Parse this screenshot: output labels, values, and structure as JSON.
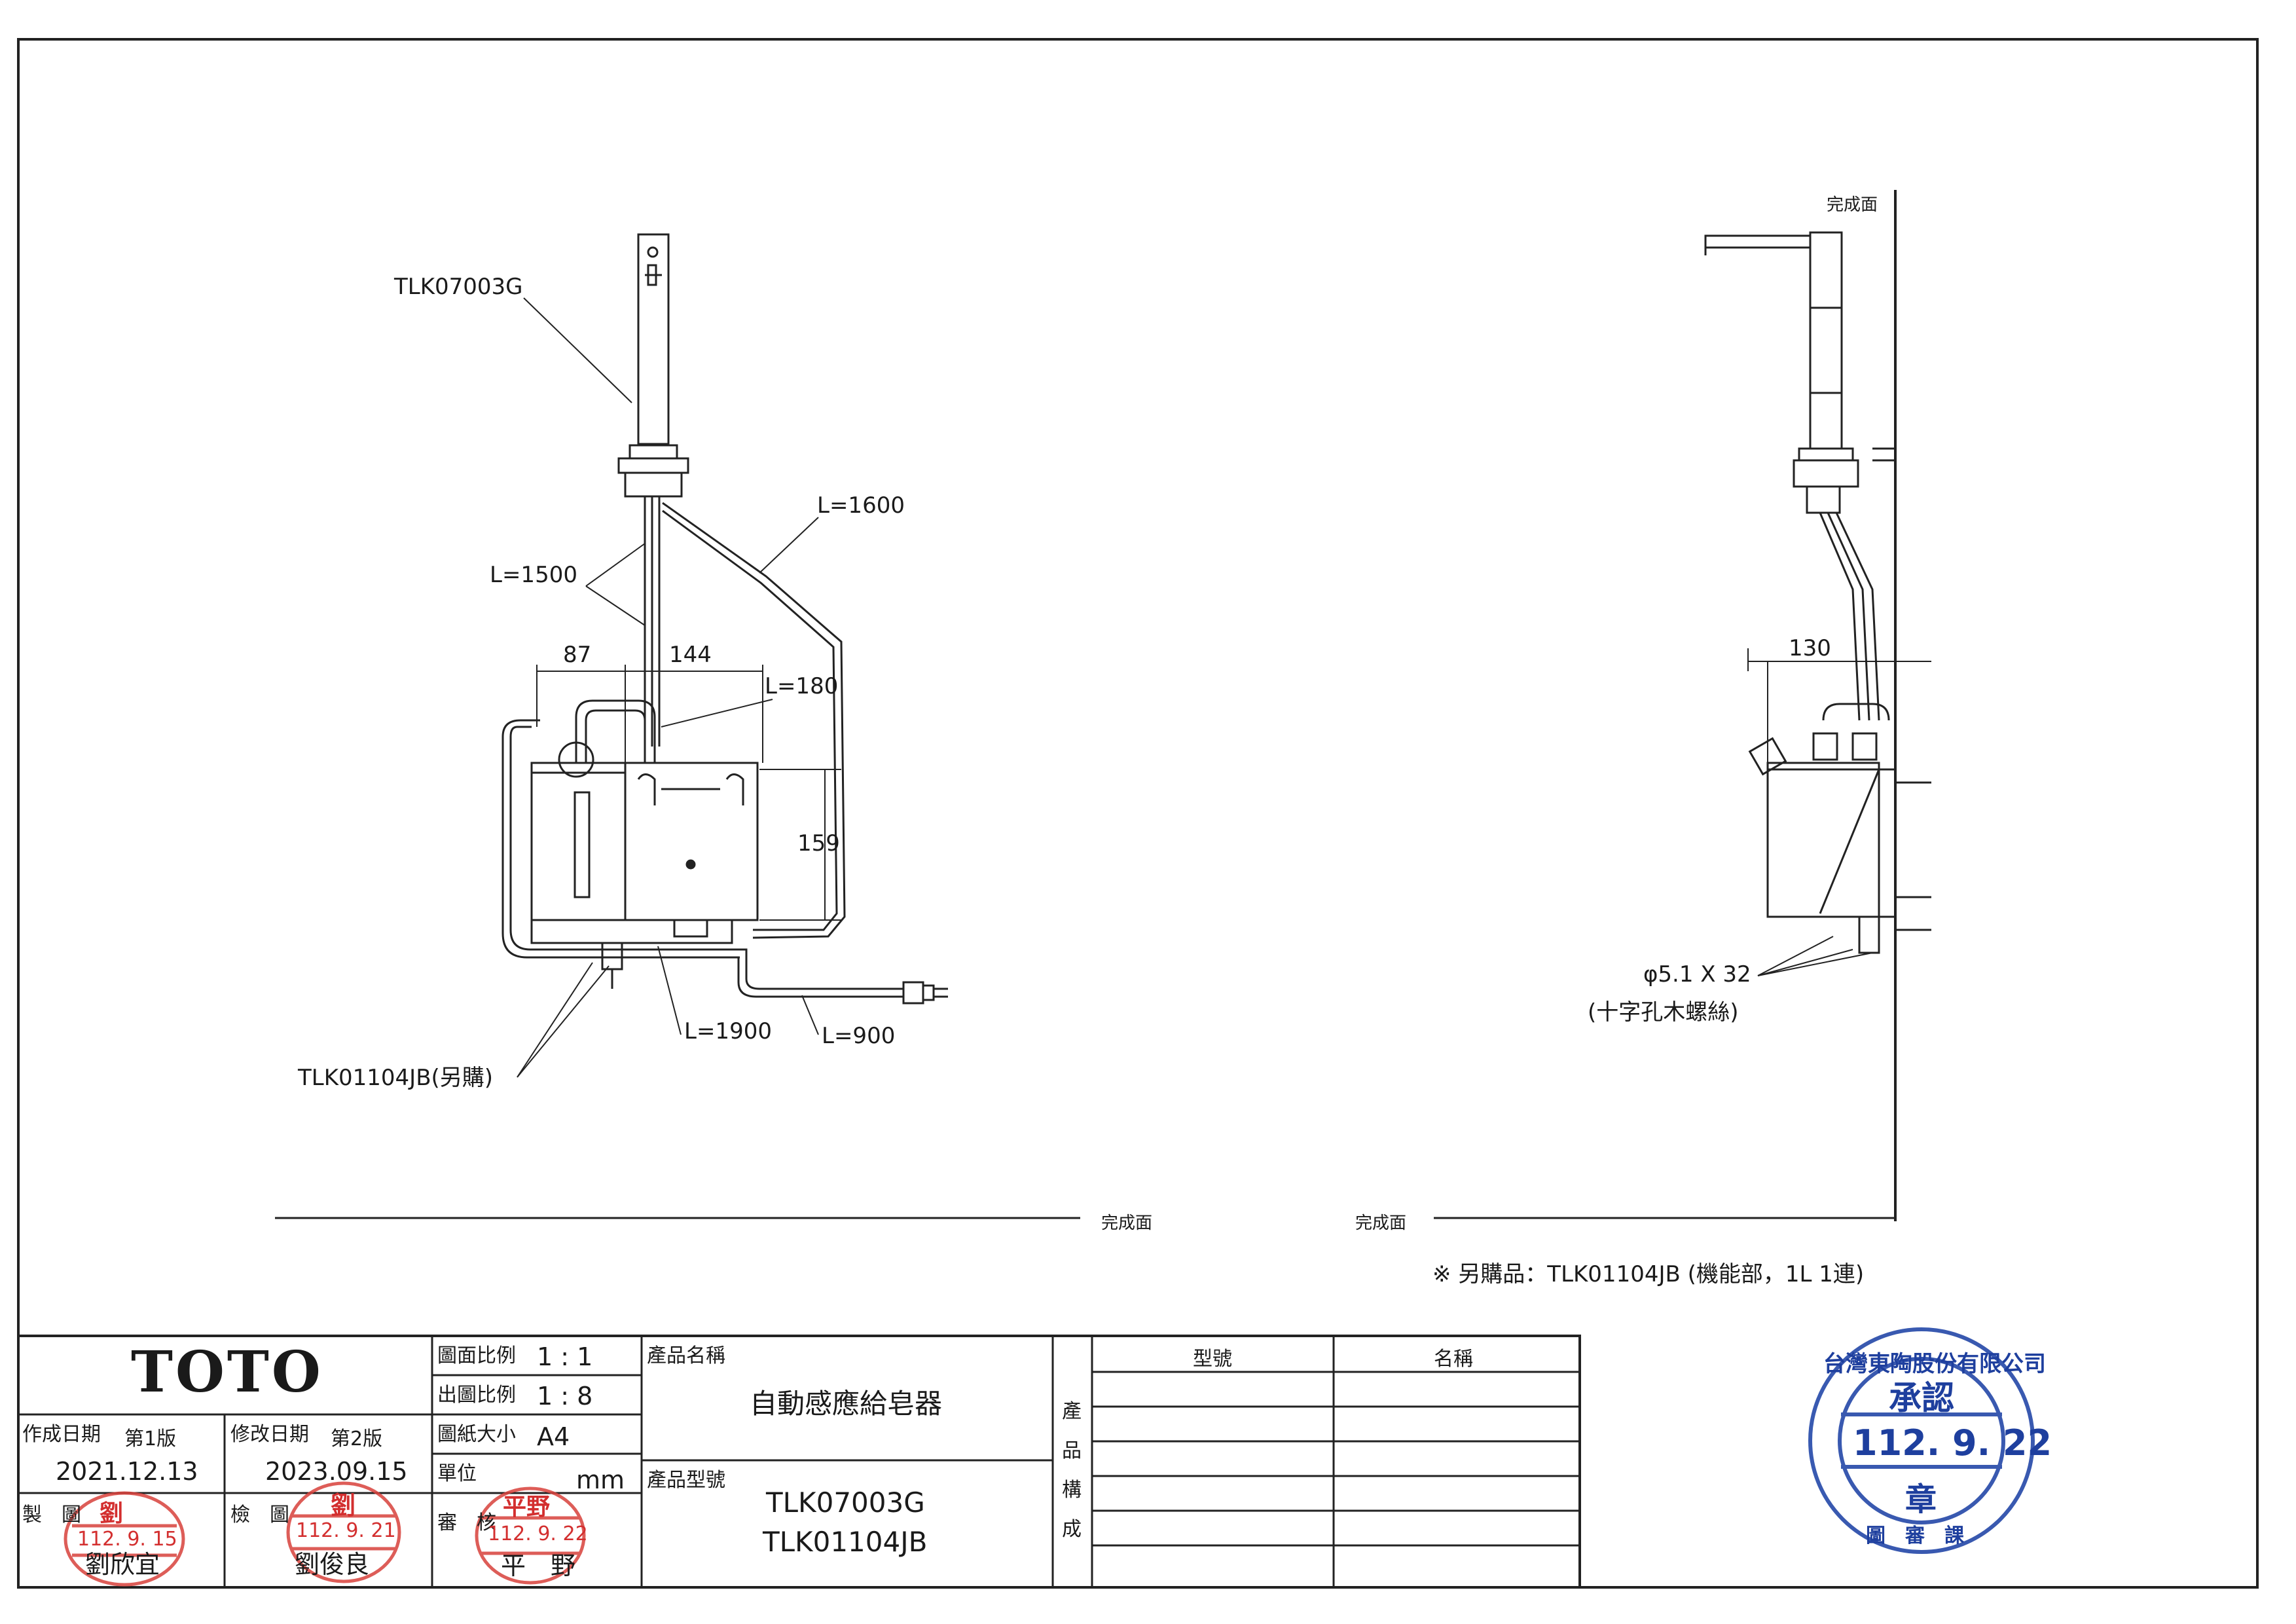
{
  "drawing": {
    "front_view": {
      "product_label": "TLK07003G",
      "unit_label": "TLK01104JB(另購)",
      "dimensions": {
        "L1500": "L=1500",
        "L1600": "L=1600",
        "L180": "L=180",
        "L1900": "L=1900",
        "L900": "L=900",
        "w87": "87",
        "w144": "144",
        "h159": "159"
      },
      "finish_surface": "完成面"
    },
    "side_view": {
      "finish_surface_top": "完成面",
      "finish_surface_bottom": "完成面",
      "dim_130": "130",
      "screw_spec": "φ5.1 X 32",
      "screw_name": "(十字孔木螺絲)"
    },
    "note": "※ 另購品：TLK01104JB (機能部，1L 1連)"
  },
  "title_block": {
    "brand": "TOTO",
    "created_label": "作成日期",
    "created_version": "第1版",
    "created_date": "2021.12.13",
    "revised_label": "修改日期",
    "revised_version": "第2版",
    "revised_date": "2023.09.15",
    "drawn_label": "製　圖",
    "drawn_name": "劉欣宜",
    "checked_label": "檢　圖",
    "checked_name": "劉俊良",
    "approved_label": "審　核",
    "approved_name": "平　野",
    "scale_label": "圖面比例",
    "scale_value": "1 : 1",
    "print_scale_label": "出圖比例",
    "print_scale_value": "1 : 8",
    "paper_label": "圖紙大小",
    "paper_value": "A4",
    "unit_label": "單位",
    "unit_value": "mm",
    "product_name_label": "產品名稱",
    "product_name": "自動感應給皂器",
    "product_model_label": "產品型號",
    "product_model_1": "TLK07003G",
    "product_model_2": "TLK01104JB",
    "composition_label": [
      "產",
      "品",
      "構",
      "成"
    ],
    "parts_header_model": "型號",
    "parts_header_name": "名稱"
  },
  "stamps": {
    "drawn_stamp_date": "112. 9. 15",
    "drawn_stamp_name": "劉",
    "checked_stamp_date": "112. 9. 21",
    "checked_stamp_name": "劉",
    "approved_stamp_top": "平野",
    "approved_stamp_date": "112. 9. 22",
    "company_stamp_ring": "台灣東陶股份有限公司",
    "company_stamp_title": "承認",
    "company_stamp_date": "112. 9. 22",
    "company_stamp_seal": "章",
    "company_stamp_bottom": "圖　審　課"
  }
}
